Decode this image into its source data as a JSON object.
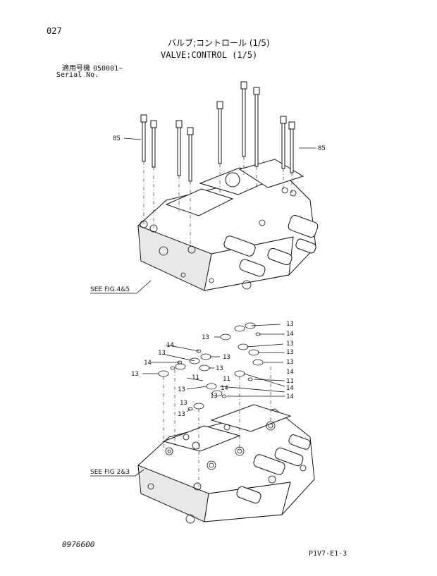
{
  "header": {
    "page_number": "027",
    "title_jp": "バルブ;コントロール (1/5)",
    "title_en": "VALVE:CONTROL (1/5)",
    "serial_label_jp": "適用号機",
    "serial_value": "050001~",
    "serial_label_en": "Serial No."
  },
  "upper_view": {
    "part_labels": [
      "85",
      "85"
    ],
    "reference": "SEE FIG.4&5"
  },
  "lower_view": {
    "part_labels": [
      "13",
      "14",
      "13",
      "13",
      "13",
      "13",
      "14",
      "14",
      "13",
      "11",
      "11",
      "13",
      "13",
      "13",
      "14",
      "13",
      "14",
      "11",
      "14",
      "13",
      "14",
      "13",
      "13"
    ],
    "reference": "SEE FIG 2&3"
  },
  "footer": {
    "document_id": "0976600",
    "sheet_id": "P1V7-E1-3"
  }
}
